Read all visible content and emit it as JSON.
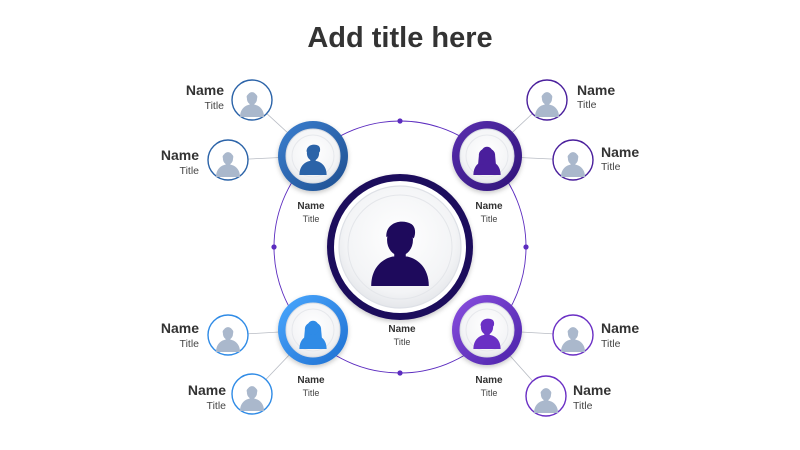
{
  "title": "Add title here",
  "colors": {
    "accent_dark_navy": "#1e0a5c",
    "blue_dark": "#2b63a8",
    "blue_light": "#2f8be6",
    "purple_dark": "#4a1f9c",
    "purple_mid": "#6a2fc4",
    "ring_line": "#5b2bbf",
    "avatar_grey": "#aab8cc"
  },
  "icons": {
    "center": "person-male-icon",
    "hub_top_left": "person-male-icon",
    "hub_top_right": "person-female-icon",
    "hub_bottom_left": "person-female-icon",
    "hub_bottom_right": "person-male-icon",
    "satellite": "person-silhouette-icon"
  },
  "center": {
    "name": "Name",
    "title": "Title"
  },
  "hubs": [
    {
      "id": "top-left",
      "name": "Name",
      "title": "Title"
    },
    {
      "id": "top-right",
      "name": "Name",
      "title": "Title"
    },
    {
      "id": "bottom-left",
      "name": "Name",
      "title": "Title"
    },
    {
      "id": "bottom-right",
      "name": "Name",
      "title": "Title"
    }
  ],
  "satellites": [
    {
      "id": "tl-1",
      "name": "Name",
      "title": "Title"
    },
    {
      "id": "tl-2",
      "name": "Name",
      "title": "Title"
    },
    {
      "id": "tr-1",
      "name": "Name",
      "title": "Title"
    },
    {
      "id": "tr-2",
      "name": "Name",
      "title": "Title"
    },
    {
      "id": "bl-1",
      "name": "Name",
      "title": "Title"
    },
    {
      "id": "bl-2",
      "name": "Name",
      "title": "Title"
    },
    {
      "id": "br-1",
      "name": "Name",
      "title": "Title"
    },
    {
      "id": "br-2",
      "name": "Name",
      "title": "Title"
    }
  ]
}
